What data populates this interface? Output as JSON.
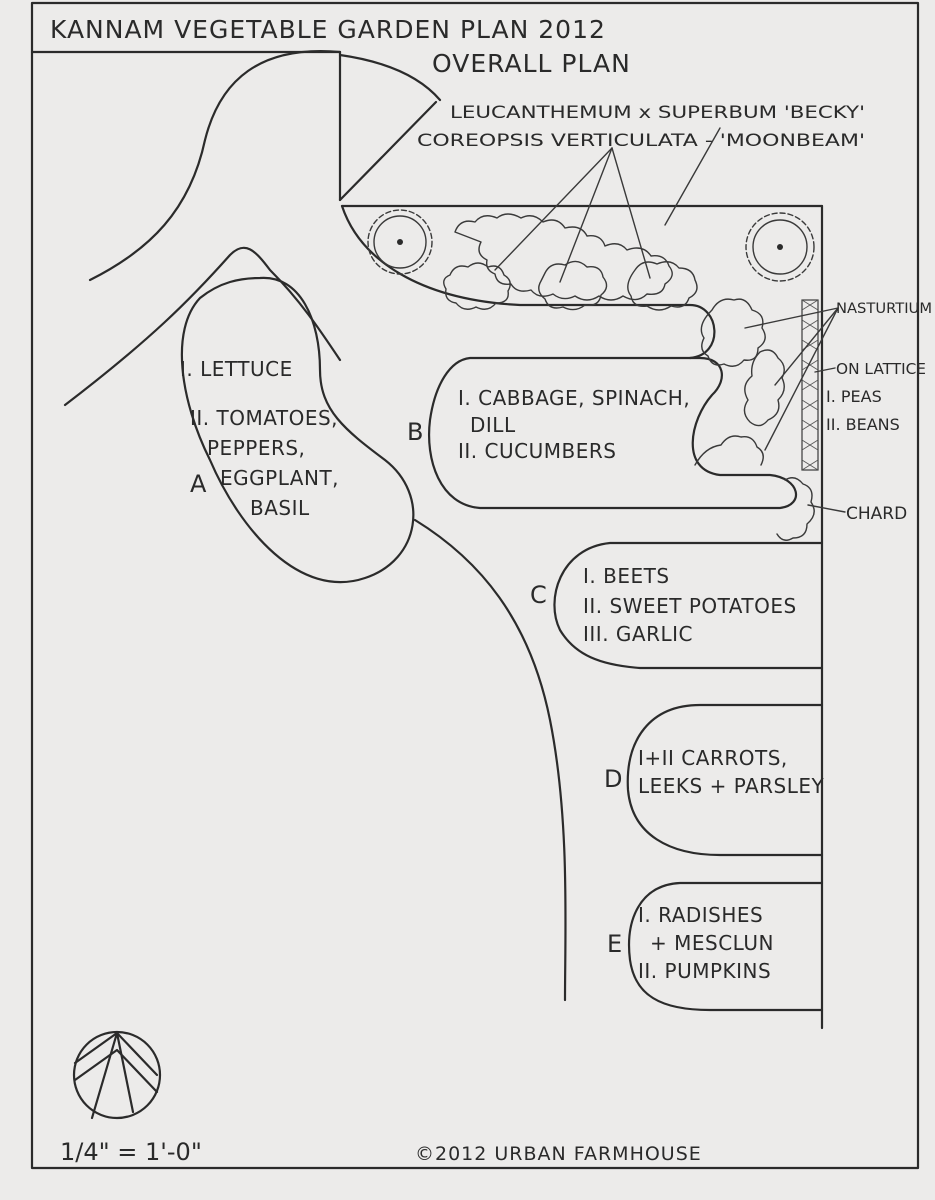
{
  "title": "KANNAM VEGETABLE GARDEN PLAN 2012",
  "subtitle": "OVERALL PLAN",
  "perennials": {
    "line1": "LEUCANTHEMUM x SUPERBUM 'BECKY'",
    "line2": "COREOPSIS VERTICULATA - 'MOONBEAM'"
  },
  "beds": {
    "a": {
      "letter": "A",
      "lines": [
        "I. LETTUCE",
        "II. TOMATOES,",
        "PEPPERS,",
        "EGGPLANT,",
        "BASIL"
      ]
    },
    "b": {
      "letter": "B",
      "lines": [
        "I. CABBAGE, SPINACH,",
        "DILL",
        "II. CUCUMBERS"
      ]
    },
    "c": {
      "letter": "C",
      "lines": [
        "I. BEETS",
        "II. SWEET POTATOES",
        "III. GARLIC"
      ]
    },
    "d": {
      "letter": "D",
      "lines": [
        "I+II CARROTS,",
        "LEEKS + PARSLEY"
      ]
    },
    "e": {
      "letter": "E",
      "lines": [
        "I. RADISHES",
        "+ MESCLUN",
        "II. PUMPKINS"
      ]
    }
  },
  "side_labels": {
    "nasturtium": "NASTURTIUM",
    "on_lattice": "ON LATTICE",
    "peas": "I. PEAS",
    "beans": "II. BEANS",
    "chard": "CHARD"
  },
  "scale": "1/4\" = 1'-0\"",
  "copyright": "©2012 URBAN FARMHOUSE",
  "icons": {
    "north_arrow": "north-arrow-icon"
  }
}
